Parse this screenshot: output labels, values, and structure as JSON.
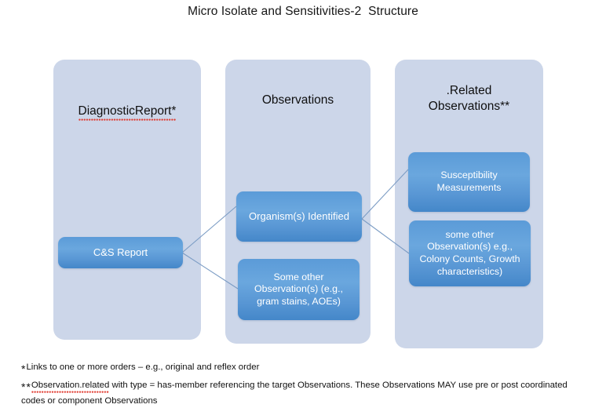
{
  "title": "Micro Isolate and Sensitivities-2  Structure",
  "colors": {
    "panel_fill": "#ccd6e9",
    "node_fill_top": "#6aa7de",
    "node_fill_bottom": "#4487c9",
    "node_text": "#ffffff",
    "connector": "#7b9cc4",
    "title_text": "#161616",
    "spellcheck_underline": "#e03a2f"
  },
  "columns": [
    {
      "id": "diagnostic-report",
      "header": "DiagnosticReport*",
      "header_misspelled": true,
      "nodes": [
        {
          "id": "cs-report",
          "label": "C&S Report"
        }
      ]
    },
    {
      "id": "observations",
      "header": "Observations",
      "header_misspelled": false,
      "nodes": [
        {
          "id": "organisms-identified",
          "label": "Organism(s) Identified"
        },
        {
          "id": "some-other-observations",
          "label": "Some other\nObservation(s) (e.g.,\ngram stains, AOEs)"
        }
      ]
    },
    {
      "id": "related-observations",
      "header": ".Related\nObservations**",
      "header_misspelled": false,
      "nodes": [
        {
          "id": "susceptibility-measurements",
          "label": "Susceptibility\nMeasurements"
        },
        {
          "id": "other-related-observations",
          "label": "some other\nObservation(s) e.g.,\nColony Counts, Growth\ncharacteristics)"
        }
      ]
    }
  ],
  "footnotes": [
    {
      "id": "footnote-single-star",
      "marker": "*",
      "text": "Links to one or more orders – e.g., original and reflex order",
      "underlined_term": ""
    },
    {
      "id": "footnote-double-star",
      "marker": "**",
      "underlined_term": "Observation.related",
      "text": " with type = has-member referencing the target Observations. These Observations MAY use pre or post coordinated codes or component Observations"
    }
  ]
}
